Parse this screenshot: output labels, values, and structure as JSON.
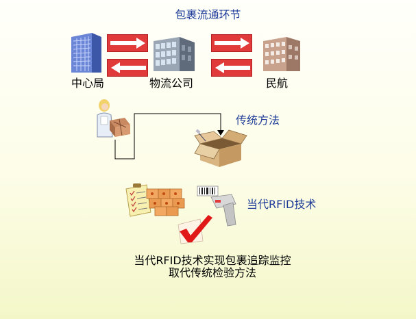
{
  "title": "包裹流通环节",
  "nodes": {
    "center": "中心局",
    "logistics": "物流公司",
    "aviation": "民航"
  },
  "traditional_label": "传统方法",
  "rfid_label": "当代RFID技术",
  "conclusion": {
    "line1": "当代RFID技术实现包裹追踪监控",
    "line2": "取代传统检验方法"
  },
  "colors": {
    "title": "#1f3d99",
    "arrow": "#e03a3a"
  },
  "icons": [
    "office-building-icon",
    "glass-building-icon",
    "brick-building-icon",
    "worker-with-packages-icon",
    "open-box-icon",
    "checklist-icon",
    "boxes-icon",
    "barcode-scanner-icon",
    "checkmark-icon"
  ]
}
